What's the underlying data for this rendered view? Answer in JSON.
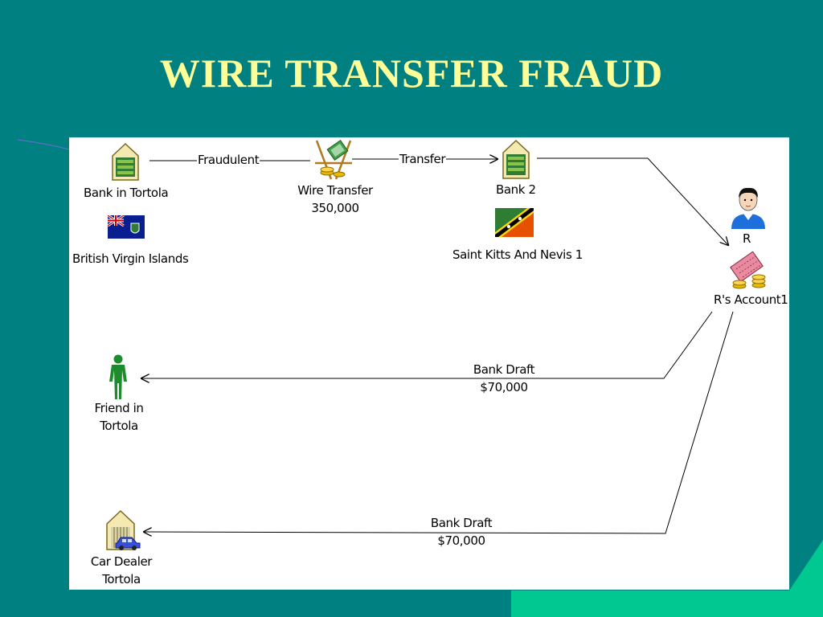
{
  "slide": {
    "title": "WIRE TRANSFER FRAUD",
    "background_color": "#008080",
    "title_color": "#ffff99",
    "accent_color": "#00c890"
  },
  "diagram": {
    "nodes": [
      {
        "id": "bank-tortola",
        "label": "Bank in Tortola",
        "icon": "bank-money-icon"
      },
      {
        "id": "bvi",
        "label": "British Virgin Islands",
        "icon": "bvi-flag-icon"
      },
      {
        "id": "wire-transfer",
        "label_line1": "Wire Transfer",
        "label_line2": "350,000",
        "icon": "wire-transfer-icon"
      },
      {
        "id": "bank-2",
        "label": "Bank 2",
        "icon": "bank-money-icon"
      },
      {
        "id": "skn",
        "label": "Saint Kitts And Nevis 1",
        "icon": "saint-kitts-nevis-flag-icon"
      },
      {
        "id": "r",
        "label": "R",
        "icon": "person-icon"
      },
      {
        "id": "r-account",
        "label": "R's Account1",
        "icon": "account-money-icon"
      },
      {
        "id": "friend",
        "label_line1": "Friend in",
        "label_line2": "Tortola",
        "icon": "green-person-icon"
      },
      {
        "id": "car-dealer",
        "label_line1": "Car Dealer",
        "label_line2": "Tortola",
        "icon": "car-dealer-icon"
      }
    ],
    "edges": [
      {
        "id": "fraudulent",
        "label": "Fraudulent"
      },
      {
        "id": "transfer",
        "label": "Transfer"
      },
      {
        "id": "draft-friend",
        "label_line1": "Bank Draft",
        "label_line2": "$70,000"
      },
      {
        "id": "draft-car",
        "label_line1": "Bank Draft",
        "label_line2": "$70,000"
      }
    ]
  }
}
